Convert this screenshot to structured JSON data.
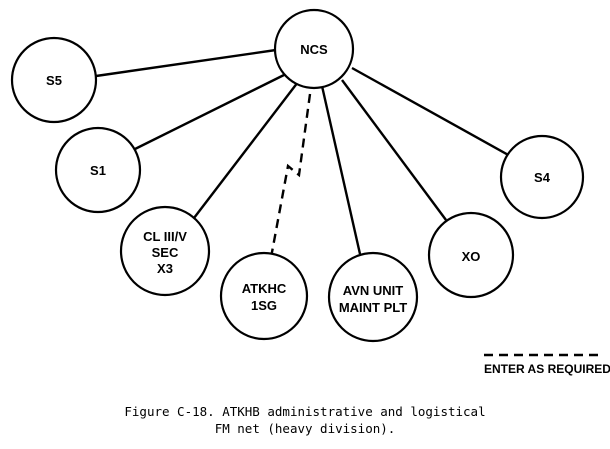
{
  "nodes": [
    {
      "id": "ncs",
      "lines": [
        "NCS"
      ]
    },
    {
      "id": "s5",
      "lines": [
        "S5"
      ]
    },
    {
      "id": "s1",
      "lines": [
        "S1"
      ]
    },
    {
      "id": "s4",
      "lines": [
        "S4"
      ]
    },
    {
      "id": "cl-iii-v-sec-x3",
      "lines": [
        "CL III/V",
        "SEC",
        "X3"
      ]
    },
    {
      "id": "atkhc-1sg",
      "lines": [
        "ATKHC",
        "1SG"
      ]
    },
    {
      "id": "avn-unit-maint-plt",
      "lines": [
        "AVN UNIT",
        "MAINT PLT"
      ]
    },
    {
      "id": "xo",
      "lines": [
        "XO"
      ]
    }
  ],
  "edges": [
    {
      "from": "ncs",
      "to": "s5",
      "style": "solid"
    },
    {
      "from": "ncs",
      "to": "s1",
      "style": "solid"
    },
    {
      "from": "ncs",
      "to": "cl-iii-v-sec-x3",
      "style": "solid"
    },
    {
      "from": "ncs",
      "to": "atkhc-1sg",
      "style": "dashed"
    },
    {
      "from": "ncs",
      "to": "avn-unit-maint-plt",
      "style": "solid"
    },
    {
      "from": "ncs",
      "to": "xo",
      "style": "solid"
    },
    {
      "from": "ncs",
      "to": "s4",
      "style": "solid"
    }
  ],
  "legend": {
    "dashed_label": "ENTER AS REQUIRED"
  },
  "caption": {
    "line1": "Figure C-18. ATKHB administrative and logistical",
    "line2": "FM net (heavy division)."
  }
}
